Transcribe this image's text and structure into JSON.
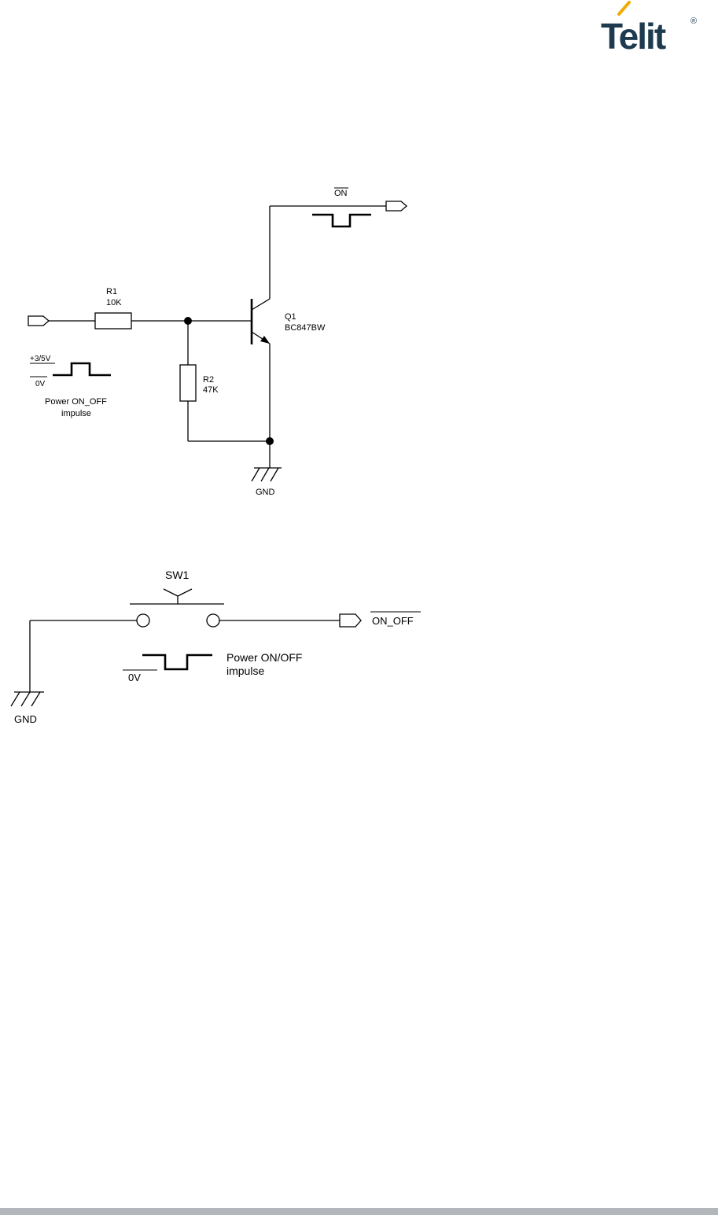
{
  "brand": {
    "name": "Telit",
    "registered_mark": "®",
    "accent": "#f2a900",
    "text_color": "#1e3a4f"
  },
  "schematic1": {
    "r1": {
      "ref": "R1",
      "value": "10K"
    },
    "r2": {
      "ref": "R2",
      "value": "47K"
    },
    "q1": {
      "ref": "Q1",
      "part": "BC847BW"
    },
    "input_high": "+3/5V",
    "input_low": "0V",
    "input_caption_line1": "Power ON_OFF",
    "input_caption_line2": "impulse",
    "output_signal": "ON",
    "ground": "GND"
  },
  "schematic2": {
    "switch": "SW1",
    "output_signal": "ON_OFF",
    "pulse_low": "0V",
    "caption_line1": "Power ON/OFF",
    "caption_line2": "impulse",
    "ground": "GND"
  }
}
